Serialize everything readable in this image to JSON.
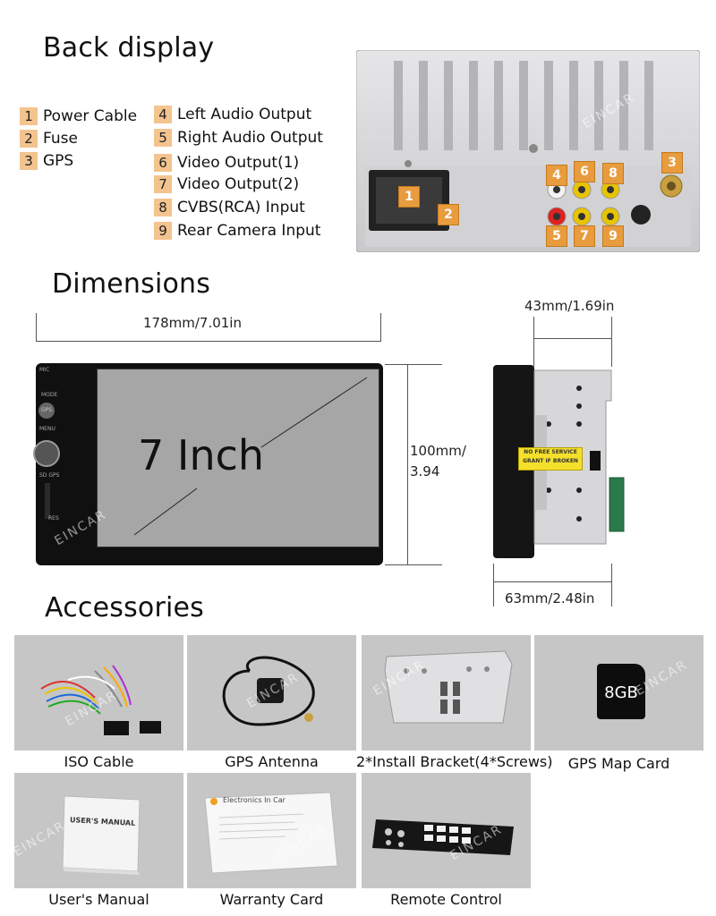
{
  "back_display": {
    "title": "Back display",
    "legend_left": [
      {
        "num": "1",
        "label": "Power Cable"
      },
      {
        "num": "2",
        "label": "Fuse"
      },
      {
        "num": "3",
        "label": "GPS"
      }
    ],
    "legend_right": [
      {
        "num": "4",
        "label": "Left Audio Output"
      },
      {
        "num": "5",
        "label": "Right Audio Output"
      },
      {
        "num": "6",
        "label": "Video Output(1)"
      },
      {
        "num": "7",
        "label": "Video Output(2)"
      },
      {
        "num": "8",
        "label": "CVBS(RCA) Input"
      },
      {
        "num": "9",
        "label": "Rear Camera Input"
      }
    ],
    "photo_tags": [
      "1",
      "2",
      "3",
      "4",
      "5",
      "6",
      "7",
      "8",
      "9"
    ],
    "watermark": "EINCAR"
  },
  "dimensions": {
    "title": "Dimensions",
    "width_label": "178mm/7.01in",
    "height_label_line1": "100mm/",
    "height_label_line2": "3.94",
    "screen_label": "7 Inch",
    "depth_top_label": "43mm/1.69in",
    "depth_bottom_label": "63mm/2.48in",
    "sticker_line1": "NO FREE SERVICE",
    "sticker_line2": "GRANT IF BROKEN",
    "panel_labels": [
      "MIC",
      "MODE",
      "GPS",
      "MENU",
      "SD GPS",
      "RES"
    ]
  },
  "accessories": {
    "title": "Accessories",
    "items": [
      {
        "label": "ISO Cable"
      },
      {
        "label": "GPS Antenna"
      },
      {
        "label": "2*Install Bracket(4*Screws)"
      },
      {
        "label": "GPS Map Card"
      },
      {
        "label": "User's Manual"
      },
      {
        "label": "Warranty Card"
      },
      {
        "label": "Remote Control"
      }
    ],
    "sd_card_text": "8GB",
    "manual_text": "USER'S MANUAL",
    "warranty_text": "Electronics In Car"
  }
}
